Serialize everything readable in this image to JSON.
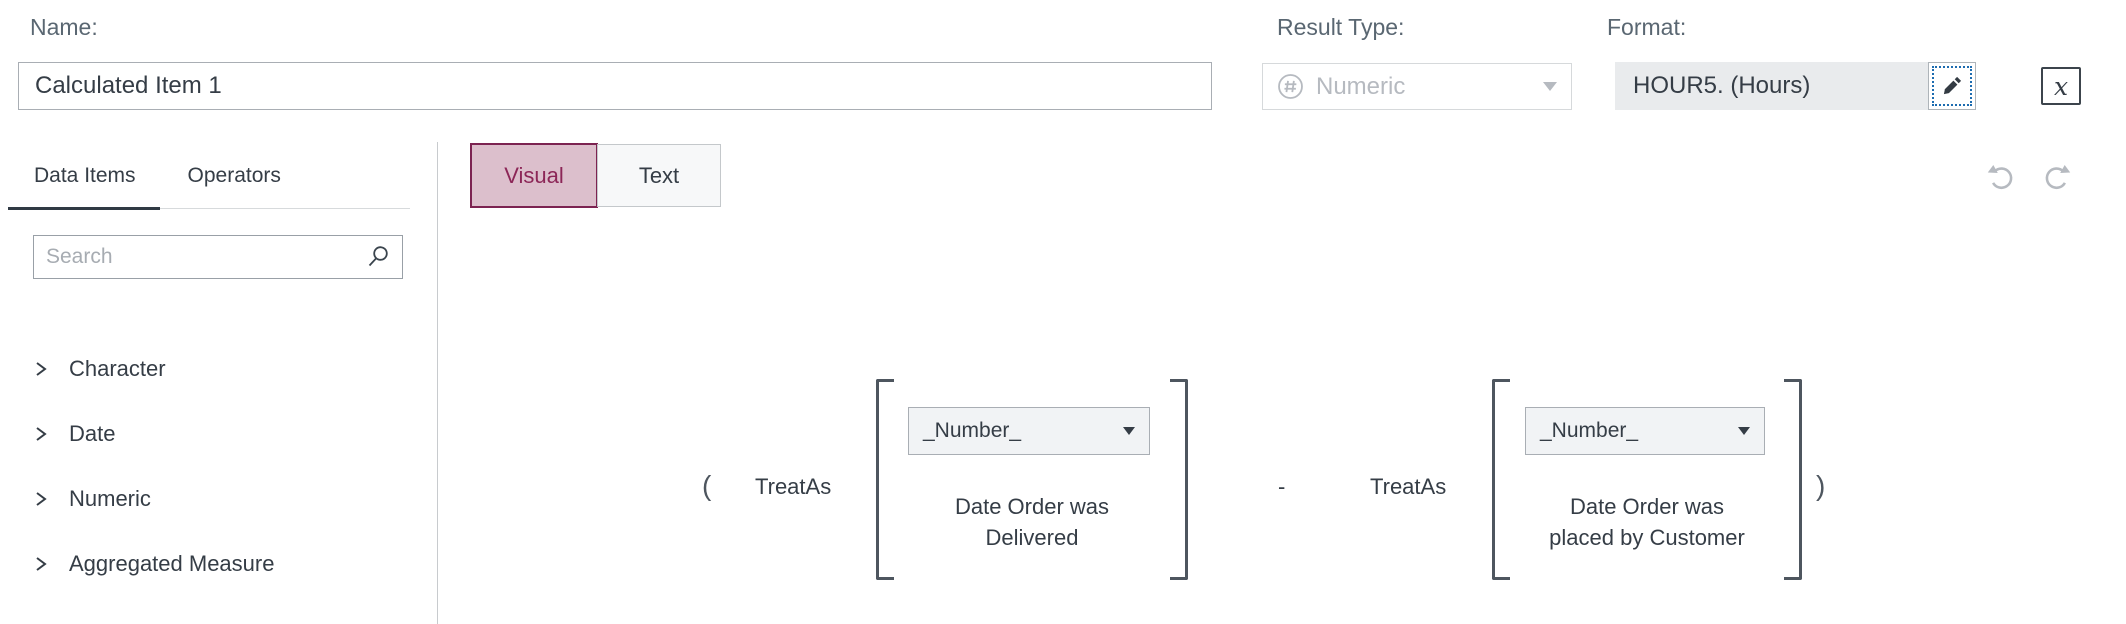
{
  "header": {
    "name_label": "Name:",
    "name_value": "Calculated Item 1",
    "result_type_label": "Result Type:",
    "result_type": {
      "value": "Numeric",
      "disabled": true
    },
    "format_label": "Format:",
    "format_value": "HOUR5. (Hours)"
  },
  "sidebar": {
    "tabs": [
      {
        "label": "Data Items",
        "active": true
      },
      {
        "label": "Operators",
        "active": false
      }
    ],
    "search": {
      "placeholder": "Search",
      "value": ""
    },
    "tree_items": [
      {
        "label": "Character",
        "expanded": false
      },
      {
        "label": "Date",
        "expanded": false
      },
      {
        "label": "Numeric",
        "expanded": false
      },
      {
        "label": "Aggregated Measure",
        "expanded": false
      }
    ]
  },
  "editor": {
    "view_tabs": [
      {
        "label": "Visual",
        "active": true
      },
      {
        "label": "Text",
        "active": false
      }
    ],
    "formula": {
      "open_paren": "(",
      "minus_operator": "-",
      "close_paren": ")",
      "operands": [
        {
          "function": "TreatAs",
          "type_selector": "_Number_",
          "field_line1": "Date Order was",
          "field_line2": "Delivered"
        },
        {
          "function": "TreatAs",
          "type_selector": "_Number_",
          "field_line1": "Date Order was",
          "field_line2": "placed by Customer"
        }
      ]
    }
  },
  "colors": {
    "accent_maroon": "#8c2657",
    "accent_maroon_bg": "#dcbfcc",
    "focus_blue": "#1d6cb0",
    "text_dark": "#353d46",
    "label_gray": "#5a6772",
    "disabled_gray": "#b6bac0"
  }
}
